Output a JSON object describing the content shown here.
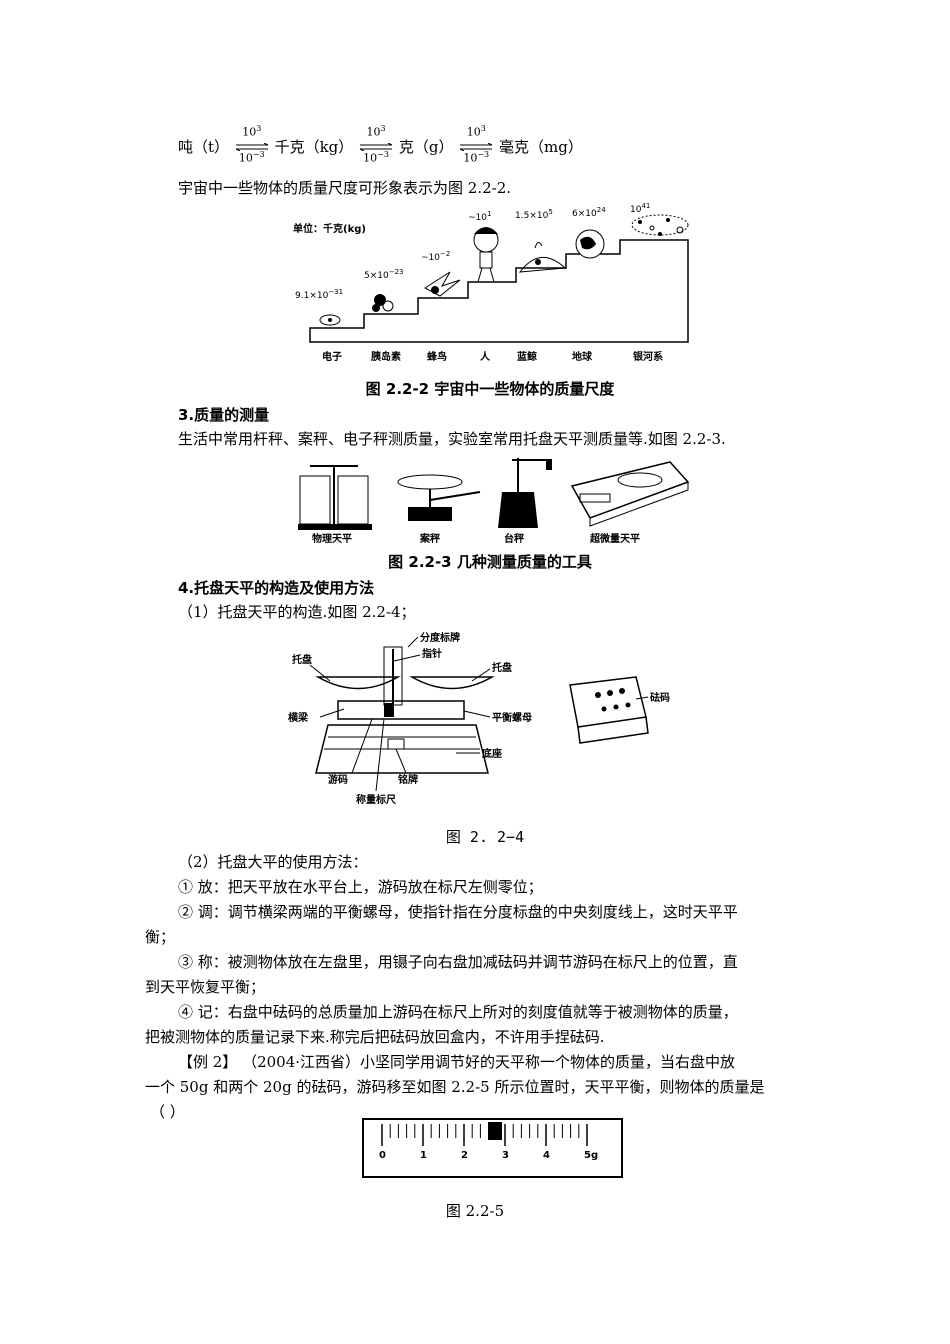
{
  "conversion": {
    "units": [
      "吨（t）",
      "千克（kg）",
      "克（g）",
      "毫克（mg）"
    ],
    "factor_top": "10",
    "factor_top_exp": "3",
    "factor_bottom": "10",
    "factor_bottom_exp": "−3"
  },
  "para_universe": "宇宙中一些物体的质量尺度可形象表示为图 2.2-2.",
  "fig222": {
    "unit_label": "单位：千克(kg)",
    "masses": [
      "9.1×10",
      "5×10",
      "~10",
      "~10",
      "1.5×10",
      "6×10",
      "10"
    ],
    "mass_exps": [
      "−31",
      "−23",
      "−2",
      "1",
      "5",
      "24",
      "41"
    ],
    "objects": [
      "电子",
      "胰岛素",
      "蜂鸟",
      "人",
      "蓝鲸",
      "地球",
      "银河系"
    ],
    "caption": "图 2.2-2  宇宙中一些物体的质量尺度"
  },
  "section3": {
    "heading": "3.质量的测量",
    "text": "生活中常用杆秤、案秤、电子秤测质量，实验室常用托盘天平测质量等.如图 2.2-3."
  },
  "fig223": {
    "labels": [
      "物理天平",
      "案秤",
      "台秤",
      "超微量天平"
    ],
    "caption": "图 2.2-3 几种测量质量的工具"
  },
  "section4": {
    "heading": "4.托盘天平的构造及使用方法",
    "sub1": "（1）托盘天平的构造.如图 2.2-4；"
  },
  "fig224": {
    "labels": {
      "scale": "分度标牌",
      "pointer": "指针",
      "pan_left": "托盘",
      "pan_right": "托盘",
      "beam": "横梁",
      "nut": "平衡螺母",
      "base": "底座",
      "rider": "游码",
      "plate": "铭牌",
      "ruler": "称量标尺",
      "weights": "砝码"
    },
    "caption": "图 2. 2−4"
  },
  "usage": {
    "title": "（2）托盘大平的使用方法：",
    "step1": "① 放：把天平放在水平台上，游码放在标尺左侧零位；",
    "step2a": "② 调：调节横梁两端的平衡螺母，使指针指在分度标盘的中央刻度线上，这时天平平",
    "step2b": "衡；",
    "step3a": "③ 称：被测物体放在左盘里，用镊子向右盘加减砝码并调节游码在标尺上的位置，直",
    "step3b": "到天平恢复平衡；",
    "step4a": "④ 记：右盘中砝码的总质量加上游码在标尺上所对的刻度值就等于被测物体的质量，",
    "step4b": "把被测物体的质量记录下来.称完后把砝码放回盒内，不许用手捏砝码."
  },
  "example": {
    "line1": "【例 2】   （2004·江西省）小坚同学用调节好的天平称一个物体的质量，当右盘中放",
    "line2": "一个 50g 和两个 20g 的砝码，游码移至如图 2.2-5 所示位置时，天平平衡，则物体的质量是",
    "line3": "（        ）"
  },
  "fig225": {
    "ticks": [
      "0",
      "1",
      "2",
      "3",
      "4",
      "5g"
    ],
    "caption": "图 2.2-5"
  }
}
